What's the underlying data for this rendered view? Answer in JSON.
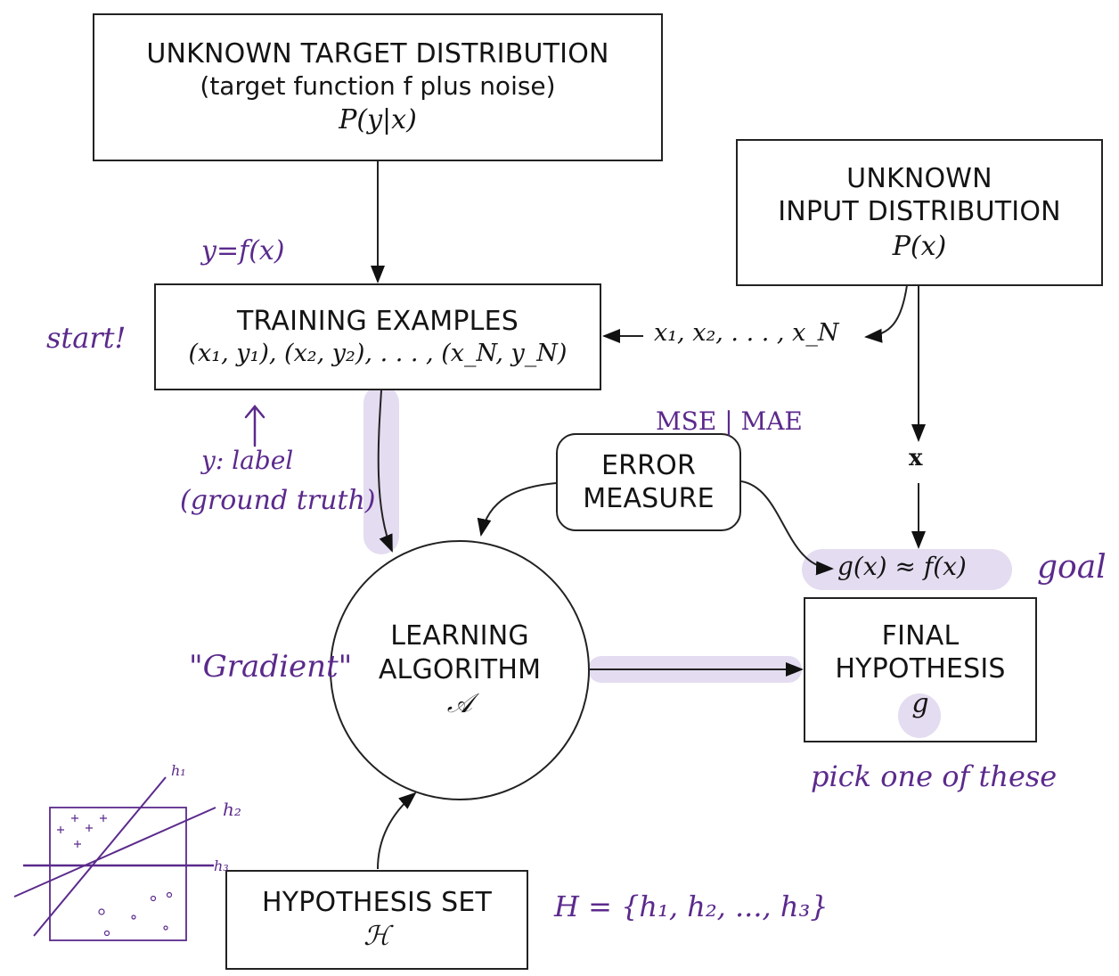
{
  "diagram": {
    "title": "Learning problem setup",
    "nodes": {
      "target_distribution": {
        "title": "UNKNOWN TARGET DISTRIBUTION",
        "subtitle": "(target function f plus noise)",
        "formula": "P(y|x)"
      },
      "input_distribution": {
        "title_line1": "UNKNOWN",
        "title_line2": "INPUT DISTRIBUTION",
        "formula": "P(x)"
      },
      "training_examples": {
        "title": "TRAINING EXAMPLES",
        "formula": "(x₁, y₁), (x₂, y₂), . . . , (x_N, y_N)"
      },
      "error_measure": {
        "title_line1": "ERROR",
        "title_line2": "MEASURE"
      },
      "learning_algorithm": {
        "title_line1": "LEARNING",
        "title_line2": "ALGORITHM",
        "symbol": "𝒜"
      },
      "final_hypothesis": {
        "title_line1": "FINAL",
        "title_line2": "HYPOTHESIS",
        "symbol": "g"
      },
      "hypothesis_set": {
        "title": "HYPOTHESIS SET",
        "symbol": "ℋ"
      }
    },
    "edge_labels": {
      "inputs_sequence": "x₁, x₂, . . . , x_N",
      "single_input": "x",
      "approximation": "g(x) ≈ f(x)"
    },
    "annotations": {
      "y_equals_f": "y=f(x)",
      "start": "start!",
      "y_label": "y: label",
      "ground_truth": "(ground truth)",
      "mse_mae": "MSE | MAE",
      "goal": "goal",
      "gradient": "\"Gradient\"",
      "pick_one": "pick one of these",
      "hypothesis_set_def": "H = {h₁, h₂, ..., h₃}",
      "sketch_lines": [
        "h₁",
        "h₂",
        "h₃"
      ]
    },
    "colors": {
      "ink": "#5b2a8c",
      "highlight": "#e4dcf0",
      "line": "#222222"
    }
  }
}
